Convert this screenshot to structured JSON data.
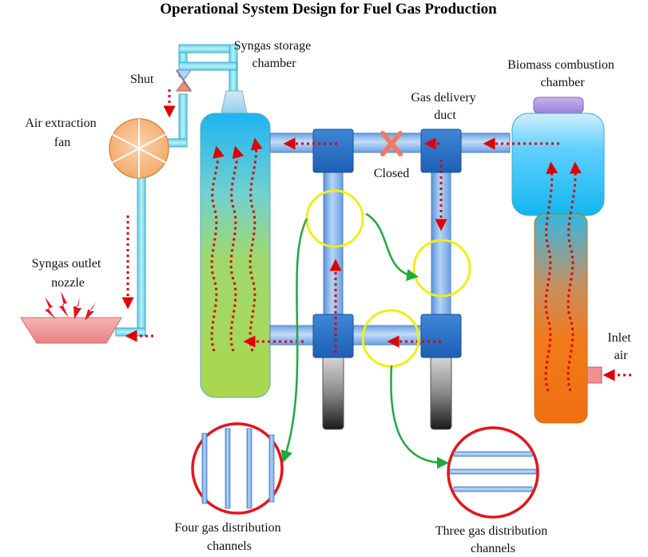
{
  "title": "Operational System Design for Fuel Gas Production",
  "labels": {
    "syngas_storage": [
      "Syngas storage",
      "chamber"
    ],
    "shut": "Shut",
    "air_fan": [
      "Air extraction",
      "fan"
    ],
    "outlet_nozzle": [
      "Syngas outlet",
      "nozzle"
    ],
    "gas_duct": [
      "Gas delivery",
      "duct"
    ],
    "closed": "Closed",
    "biomass": [
      "Biomass combustion",
      "chamber"
    ],
    "inlet_air": [
      "Inlet",
      "air"
    ],
    "four_channels": [
      "Four gas distribution",
      "channels"
    ],
    "three_channels": [
      "Three gas distribution",
      "channels"
    ]
  },
  "colors": {
    "flow_arrow": "#e00000",
    "highlight_circle": "#f2ee12",
    "zoom_circle": "#e8121a",
    "connector": "#1faa3c",
    "pipe": "#7fb1ee",
    "fan": "#f8b27a",
    "closed_valve": "#f08070"
  }
}
